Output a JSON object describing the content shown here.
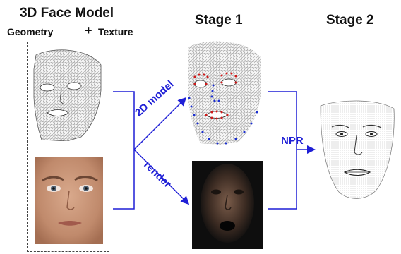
{
  "header": {
    "title": "3D Face Model",
    "geometry": "Geometry",
    "plus": "+",
    "texture": "Texture"
  },
  "stages": {
    "stage1": "Stage 1",
    "stage2": "Stage 2"
  },
  "arrows": {
    "model2d": "2D model",
    "render": "render",
    "npr": "NPR"
  },
  "colors": {
    "arrow_blue": "#1f1fd6",
    "mesh_line": "#777777",
    "skin": "#c7977c",
    "dark_bg": "#111111",
    "landmark_red": "#d11a1a",
    "landmark_blue": "#1a2fd1"
  },
  "panels": {
    "geometry_mesh": "wireframe-face-mesh",
    "texture_photo": "face-texture-photo",
    "stage1_mesh": "face-mesh-with-landmarks",
    "stage1_render": "dark-rendered-face",
    "stage2_sketch": "npr-line-sketch-face"
  }
}
